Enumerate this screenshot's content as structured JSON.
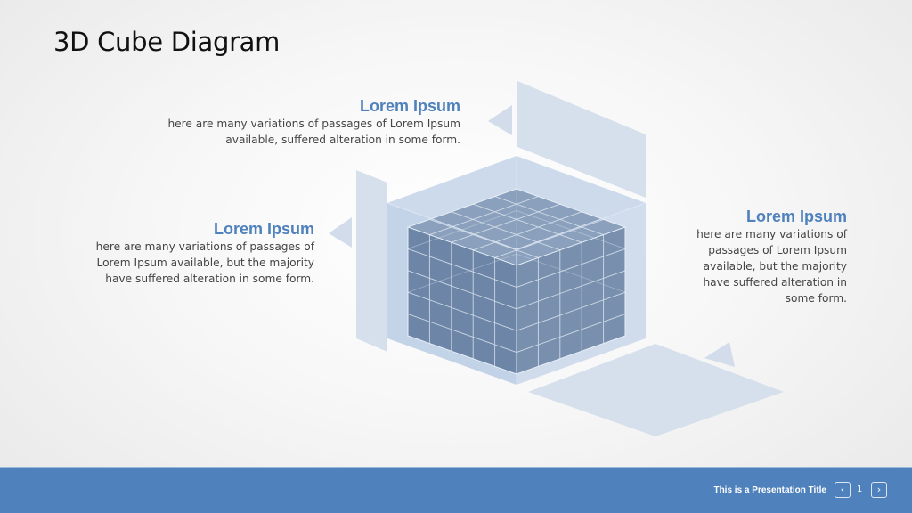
{
  "slide": {
    "title": "3D Cube Diagram"
  },
  "callouts": [
    {
      "id": "top",
      "heading": "Lorem Ipsum",
      "lines": [
        "here are many variations of passages of Lorem Ipsum",
        "available, suffered alteration in some form."
      ]
    },
    {
      "id": "left",
      "heading": "Lorem Ipsum",
      "lines": [
        "here are many variations of passages of",
        "Lorem Ipsum available, but the majority",
        "have suffered alteration in some form."
      ]
    },
    {
      "id": "right",
      "heading": "Lorem Ipsum",
      "lines": [
        "here are many variations of",
        "passages of Lorem Ipsum",
        "available, but the majority",
        "have suffered alteration in",
        "some form."
      ]
    }
  ],
  "diagram": {
    "type": "3d-cube",
    "grid": "5x5x5",
    "panel_color": "#d6e0ed",
    "cube_face_color": "#b8cbe3",
    "cube_inner_color": "#5a7394",
    "grid_line_color": "#dde6f2"
  },
  "footer": {
    "presentation_title": "This is a Presentation Title",
    "page_number": "1",
    "prev_icon": "chevron-left-icon",
    "next_icon": "chevron-right-icon",
    "prev_glyph": "‹",
    "next_glyph": "›",
    "background_color": "#4f81bd"
  }
}
